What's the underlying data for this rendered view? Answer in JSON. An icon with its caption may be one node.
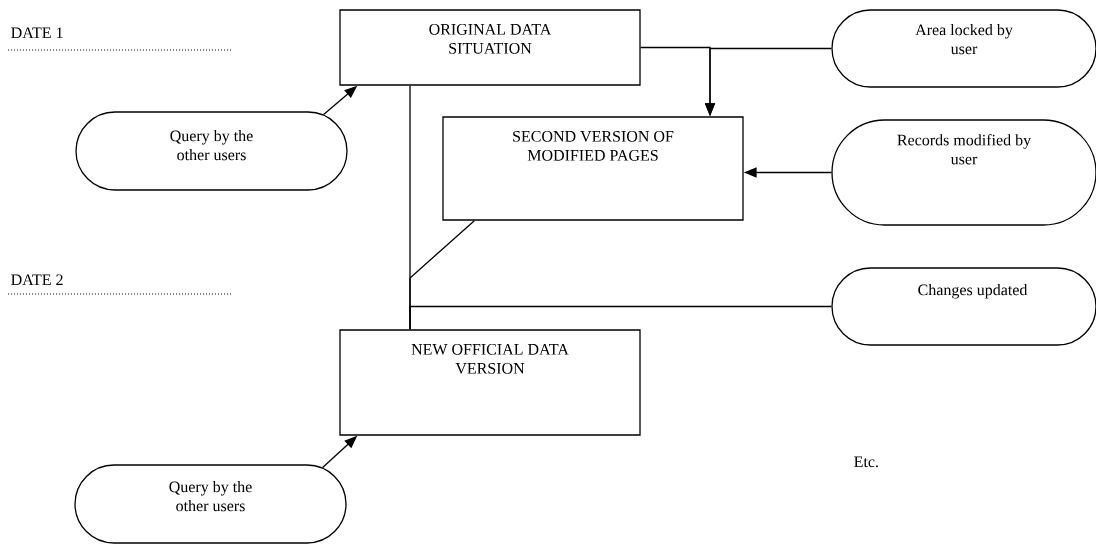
{
  "diagram": {
    "nodes": [
      {
        "text": [
          "ORIGINAL DATA SITUATION"
        ]
      },
      {
        "text": [
          "Area locked by user"
        ]
      },
      {
        "text": [
          "Query by the other users"
        ]
      },
      {
        "text": [
          "SECOND VERSION OF MODIFIED PAGES"
        ]
      },
      {
        "text": [
          "Records modified by user"
        ]
      },
      {
        "text": [
          "Changes updated"
        ]
      },
      {
        "text": [
          "NEW OFFICIAL DATA VERSION"
        ]
      },
      {
        "text": [
          "Query by the other users"
        ]
      }
    ],
    "edges": [
      {
        "from": 2,
        "to": 0,
        "arrow": "to"
      },
      {
        "from": 0,
        "to": 3,
        "arrow": "to"
      },
      {
        "from": 1,
        "to": 3,
        "arrow": "to"
      },
      {
        "from": 4,
        "to": 3,
        "arrow": "to"
      },
      {
        "from": 0,
        "to": 6,
        "arrow": "none"
      },
      {
        "from": 3,
        "to": 6,
        "arrow": "none"
      },
      {
        "from": 5,
        "to": 6,
        "arrow": "none"
      },
      {
        "from": 7,
        "to": 6,
        "arrow": "to"
      }
    ],
    "labels": [
      "DATE 1",
      "DATE 2",
      "Etc."
    ]
  }
}
